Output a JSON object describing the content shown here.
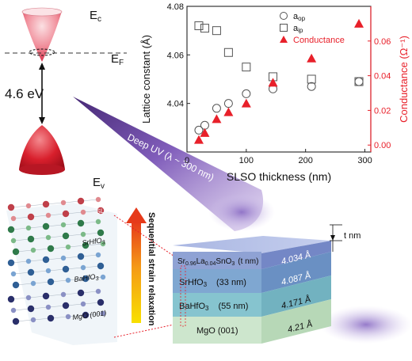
{
  "band_diagram": {
    "conduction_label": "E",
    "conduction_sub": "c",
    "fermi_label": "E",
    "fermi_sub": "F",
    "valence_label": "E",
    "valence_sub": "v",
    "gap_label": "4.6 eV"
  },
  "uv_beam": {
    "label": "Deep UV (λ ~ 300 nm)"
  },
  "lattice": {
    "layer_labels": [
      "SrHfO",
      "BaHfO",
      "MgO (001)"
    ],
    "layer_subs": [
      "3",
      "3",
      ""
    ],
    "top_label": "SLSO",
    "relaxation_label": "Sequential strain relaxation"
  },
  "stack": {
    "thickness_label": "t nm",
    "layers": [
      {
        "name": "Sr",
        "formula": [
          "Sr",
          "0.96",
          "La",
          "0.04",
          "SnO",
          "3"
        ],
        "thickness": "(t nm)",
        "lattice": "4.034 Å",
        "color": "#8fa2d4"
      },
      {
        "name": "SrHfO",
        "sub": "3",
        "thickness": "(33 nm)",
        "lattice": "4.087 Å",
        "color": "#7fa7d1"
      },
      {
        "name": "BaHfO",
        "sub": "3",
        "thickness": "(55 nm)",
        "lattice": "4.171 Å",
        "color": "#86c4cf"
      },
      {
        "name": "MgO (001)",
        "thickness": "",
        "lattice": "4.21 Å",
        "color": "#cde6cd"
      }
    ]
  },
  "chart_data": {
    "type": "scatter",
    "xlabel": "SLSO thickness (nm)",
    "ylabel": "Lattice constant (Å)",
    "y2label": "Conductance (Ω⁻¹)",
    "xlim": [
      0,
      310
    ],
    "ylim": [
      4.02,
      4.08
    ],
    "y2lim": [
      -0.004,
      0.08
    ],
    "xticks": [
      0,
      100,
      200,
      300
    ],
    "yticks": [
      4.04,
      4.06,
      4.08
    ],
    "y2ticks": [
      0.0,
      0.02,
      0.04,
      0.06
    ],
    "colors": {
      "axes": "#222222",
      "right_axis": "#e8202a",
      "conductance": "#e8202a",
      "marker": "#555555"
    },
    "series": [
      {
        "name": "a",
        "name_sub": "op",
        "marker": "circle",
        "axis": "left",
        "x": [
          20,
          30,
          50,
          70,
          100,
          145,
          210,
          290
        ],
        "y": [
          4.029,
          4.031,
          4.038,
          4.04,
          4.044,
          4.046,
          4.047,
          4.049
        ]
      },
      {
        "name": "a",
        "name_sub": "ip",
        "marker": "square",
        "axis": "left",
        "x": [
          20,
          30,
          50,
          70,
          100,
          145,
          210,
          290
        ],
        "y": [
          4.072,
          4.071,
          4.07,
          4.061,
          4.055,
          4.051,
          4.05,
          4.049
        ]
      },
      {
        "name": "Conductance",
        "marker": "triangle",
        "axis": "right",
        "x": [
          20,
          30,
          50,
          70,
          100,
          145,
          210,
          290
        ],
        "y": [
          0.003,
          0.007,
          0.015,
          0.019,
          0.024,
          0.036,
          0.05,
          0.07
        ]
      }
    ]
  }
}
